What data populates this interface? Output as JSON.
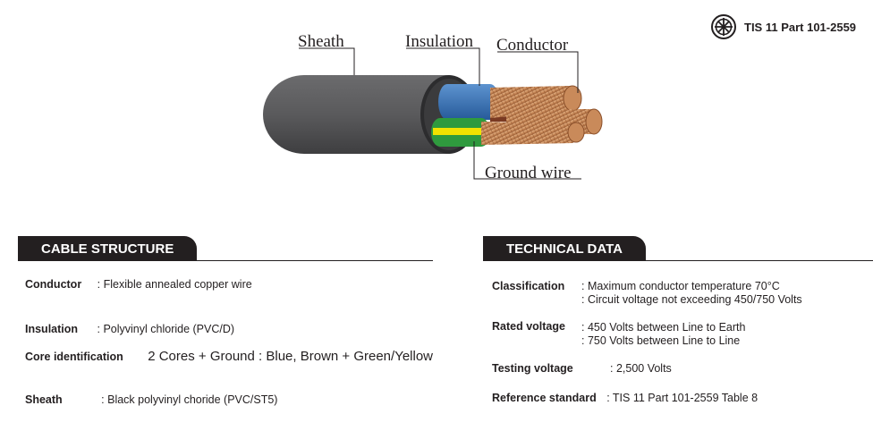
{
  "standard_badge": {
    "text": "TIS 11 Part 101-2559",
    "icon": "tis-mark-icon"
  },
  "diagram": {
    "labels": {
      "sheath": "Sheath",
      "insulation": "Insulation",
      "conductor": "Conductor",
      "ground_wire": "Ground wire"
    },
    "colors": {
      "sheath": "#5a5a5c",
      "insulation_blue": "#2f6db3",
      "ground_green": "#2f9a3e",
      "ground_yellow": "#f2e200",
      "copper": "#c98a5a"
    }
  },
  "cable_structure": {
    "title": "CABLE STRUCTURE",
    "rows": [
      {
        "label": "Conductor",
        "value": ": Flexible annealed copper wire"
      },
      {
        "label": "Insulation",
        "value": ": Polyvinyl chloride (PVC/D)"
      },
      {
        "label": "Core identification",
        "value": "2 Cores + Ground : Blue, Brown + Green/Yellow"
      },
      {
        "label": "Sheath",
        "value": ": Black polyvinyl choride (PVC/ST5)"
      }
    ]
  },
  "technical_data": {
    "title": "TECHNICAL DATA",
    "rows": [
      {
        "label": "Classification",
        "values": [
          ": Maximum conductor temperature 70°C",
          ": Circuit voltage not exceeding 450/750 Volts"
        ]
      },
      {
        "label": "Rated voltage",
        "values": [
          ":  450 Volts between Line to Earth",
          ":  750 Volts between Line to Line"
        ]
      },
      {
        "label": "Testing voltage",
        "values": [
          ": 2,500 Volts"
        ]
      },
      {
        "label": "Reference standard",
        "values": [
          ": TIS 11 Part 101-2559 Table 8"
        ]
      }
    ]
  }
}
